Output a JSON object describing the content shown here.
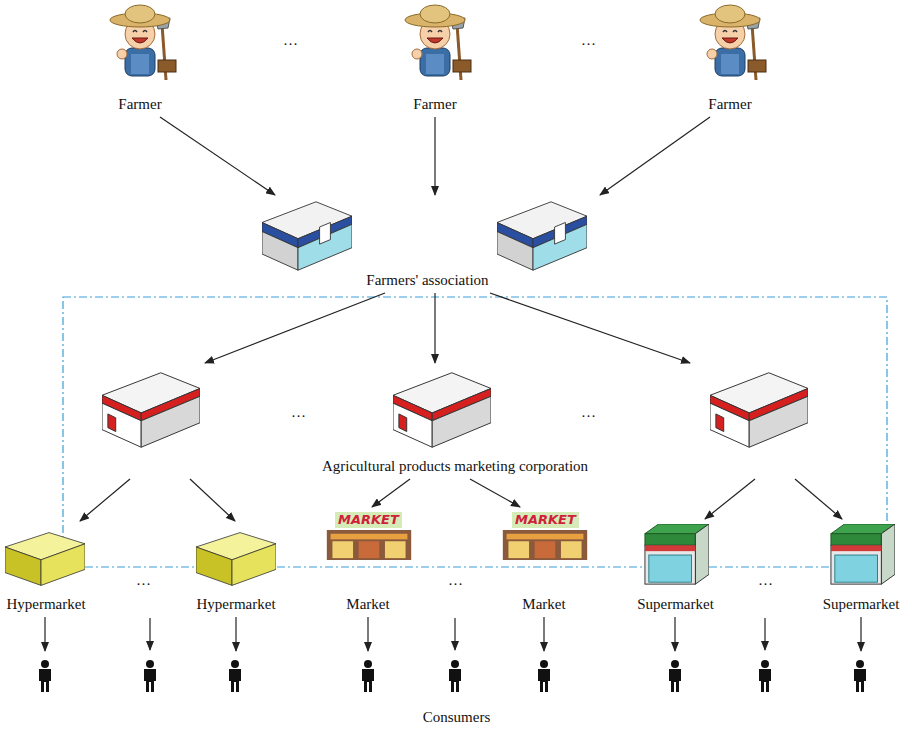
{
  "diagram": {
    "nodes": [
      {
        "text": [
          "Farmer"
        ]
      },
      {
        "text": [
          "Farmer"
        ]
      },
      {
        "text": [
          "Farmer"
        ]
      },
      {
        "text": [
          "Farmers' association"
        ]
      },
      {
        "text": [
          "Agricultural products marketing corporation"
        ]
      },
      {
        "text": [
          "Hypermarket"
        ]
      },
      {
        "text": [
          "Hypermarket"
        ]
      },
      {
        "text": [
          "Market"
        ]
      },
      {
        "text": [
          "Market"
        ]
      },
      {
        "text": [
          "Supermarket"
        ]
      },
      {
        "text": [
          "Supermarket"
        ]
      },
      {
        "text": [
          "Consumers"
        ]
      }
    ],
    "edges": [
      {
        "from": 0,
        "to": 3,
        "arrow": "to"
      },
      {
        "from": 1,
        "to": 3,
        "arrow": "to"
      },
      {
        "from": 2,
        "to": 3,
        "arrow": "to"
      },
      {
        "from": 3,
        "to": 4,
        "arrow": "to"
      },
      {
        "from": 4,
        "to": 5,
        "arrow": "to"
      },
      {
        "from": 4,
        "to": 6,
        "arrow": "to"
      },
      {
        "from": 4,
        "to": 7,
        "arrow": "to"
      },
      {
        "from": 4,
        "to": 8,
        "arrow": "to"
      },
      {
        "from": 4,
        "to": 9,
        "arrow": "to"
      },
      {
        "from": 4,
        "to": 10,
        "arrow": "to"
      },
      {
        "from": 5,
        "to": 11,
        "arrow": "to"
      },
      {
        "from": 6,
        "to": 11,
        "arrow": "to"
      },
      {
        "from": 7,
        "to": 11,
        "arrow": "to"
      },
      {
        "from": 8,
        "to": 11,
        "arrow": "to"
      },
      {
        "from": 9,
        "to": 11,
        "arrow": "to"
      },
      {
        "from": 10,
        "to": 11,
        "arrow": "to"
      }
    ],
    "labels": [
      "…",
      "…",
      "…",
      "…",
      "MARKET",
      "MARKET",
      "…",
      "…",
      "…"
    ]
  }
}
